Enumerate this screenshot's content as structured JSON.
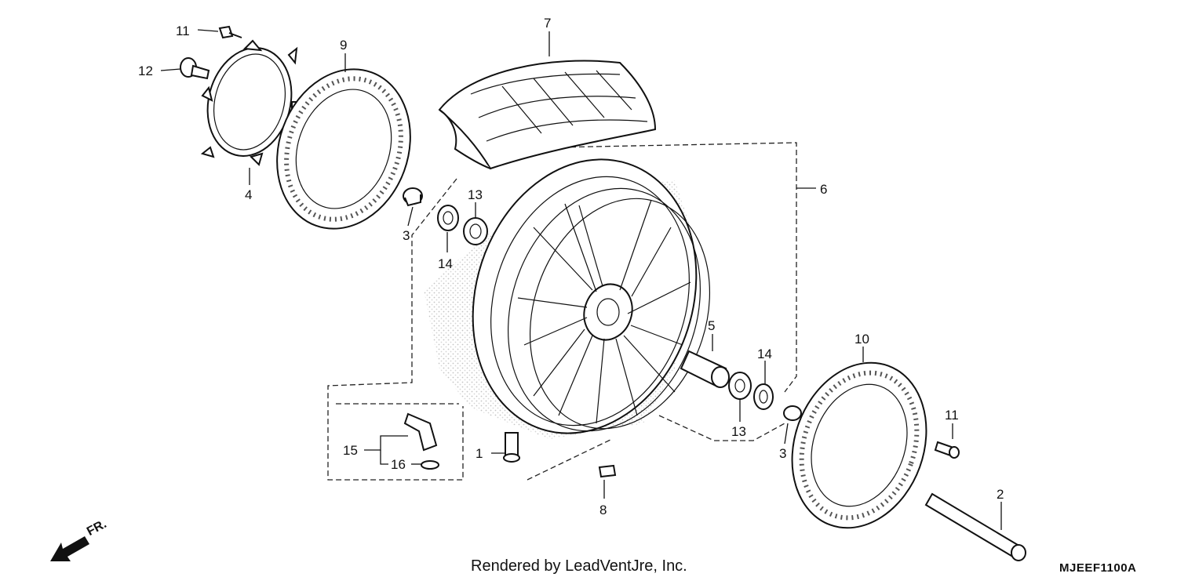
{
  "diagram": {
    "credit": "Rendered by LeadVentJre, Inc.",
    "drawing_code": "MJEEF1100A",
    "direction_label": "FR.",
    "callouts": [
      {
        "id": "c11a",
        "text": "11"
      },
      {
        "id": "c12",
        "text": "12"
      },
      {
        "id": "c9",
        "text": "9"
      },
      {
        "id": "c7",
        "text": "7"
      },
      {
        "id": "c4",
        "text": "4"
      },
      {
        "id": "c6",
        "text": "6"
      },
      {
        "id": "c13a",
        "text": "13"
      },
      {
        "id": "c3a",
        "text": "3"
      },
      {
        "id": "c14a",
        "text": "14"
      },
      {
        "id": "c5",
        "text": "5"
      },
      {
        "id": "c14b",
        "text": "14"
      },
      {
        "id": "c10",
        "text": "10"
      },
      {
        "id": "c13b",
        "text": "13"
      },
      {
        "id": "c3b",
        "text": "3"
      },
      {
        "id": "c11b",
        "text": "11"
      },
      {
        "id": "c15",
        "text": "15"
      },
      {
        "id": "c16",
        "text": "16"
      },
      {
        "id": "c1",
        "text": "1"
      },
      {
        "id": "c8",
        "text": "8"
      },
      {
        "id": "c2",
        "text": "2"
      }
    ]
  }
}
